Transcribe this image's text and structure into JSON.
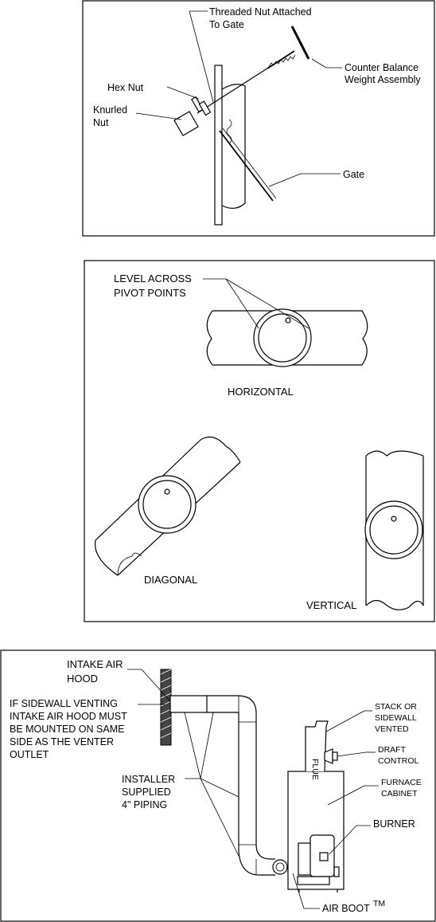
{
  "panel1": {
    "threaded_nut_line1": "Threaded Nut Attached",
    "threaded_nut_line2": "To Gate",
    "counter_balance_line1": "Counter Balance",
    "counter_balance_line2": "Weight Assembly",
    "hex_nut": "Hex Nut",
    "knurled_line1": "Knurled",
    "knurled_line2": "Nut",
    "gate": "Gate"
  },
  "panel2": {
    "level_line1": "LEVEL ACROSS",
    "level_line2": "PIVOT POINTS",
    "horizontal": "HORIZONTAL",
    "diagonal": "DIAGONAL",
    "vertical": "VERTICAL"
  },
  "panel3": {
    "intake_line1": "INTAKE AIR",
    "intake_line2": "HOOD",
    "sidewall_line1": "IF SIDEWALL VENTING",
    "sidewall_line2": "INTAKE AIR HOOD MUST",
    "sidewall_line3": "BE MOUNTED ON SAME",
    "sidewall_line4": "SIDE AS THE VENTER",
    "sidewall_line5": "OUTLET",
    "installer_line1": "INSTALLER",
    "installer_line2": "SUPPLIED",
    "installer_line3": "4\" PIPING",
    "stack_line1": "STACK OR",
    "stack_line2": "SIDEWALL",
    "stack_line3": "VENTED",
    "draft_line1": "DRAFT",
    "draft_line2": "CONTROL",
    "furnace_line1": "FURNACE",
    "furnace_line2": "CABINET",
    "burner": "BURNER",
    "air_boot": "AIR BOOT",
    "air_boot_mark": "TM",
    "flue_mark": "FLUE"
  }
}
